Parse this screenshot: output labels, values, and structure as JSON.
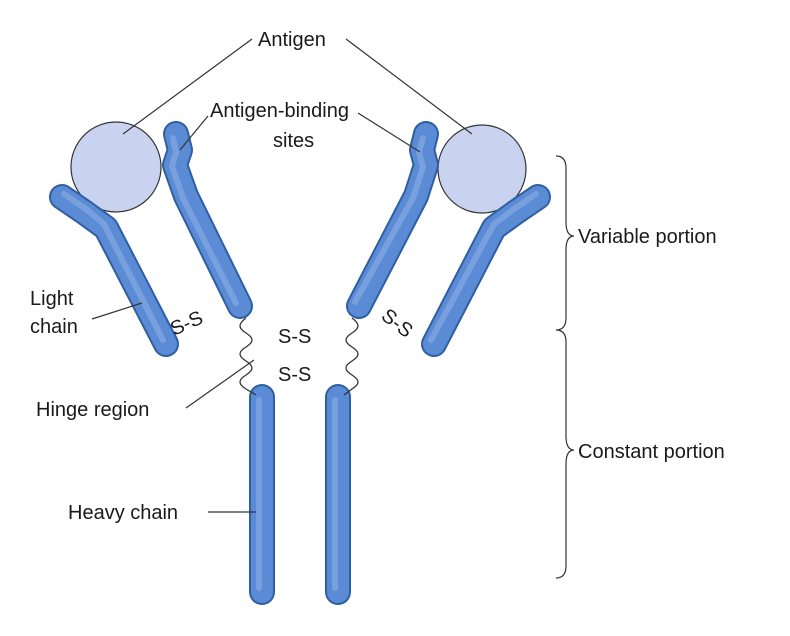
{
  "labels": {
    "antigen": "Antigen",
    "binding_line1": "Antigen-binding",
    "binding_line2": "sites",
    "light_line1": "Light",
    "light_line2": "chain",
    "hinge": "Hinge region",
    "heavy": "Heavy chain",
    "variable": "Variable portion",
    "constant": "Constant portion"
  },
  "bonds": {
    "left_arm": "S-S",
    "right_arm": "S-S",
    "hinge_top": "S-S",
    "hinge_bottom": "S-S"
  },
  "colors": {
    "chain": "#5b8bd4",
    "chain_outline": "#2f5fa3",
    "antigen": "#c9d3f0",
    "line": "#333333"
  }
}
